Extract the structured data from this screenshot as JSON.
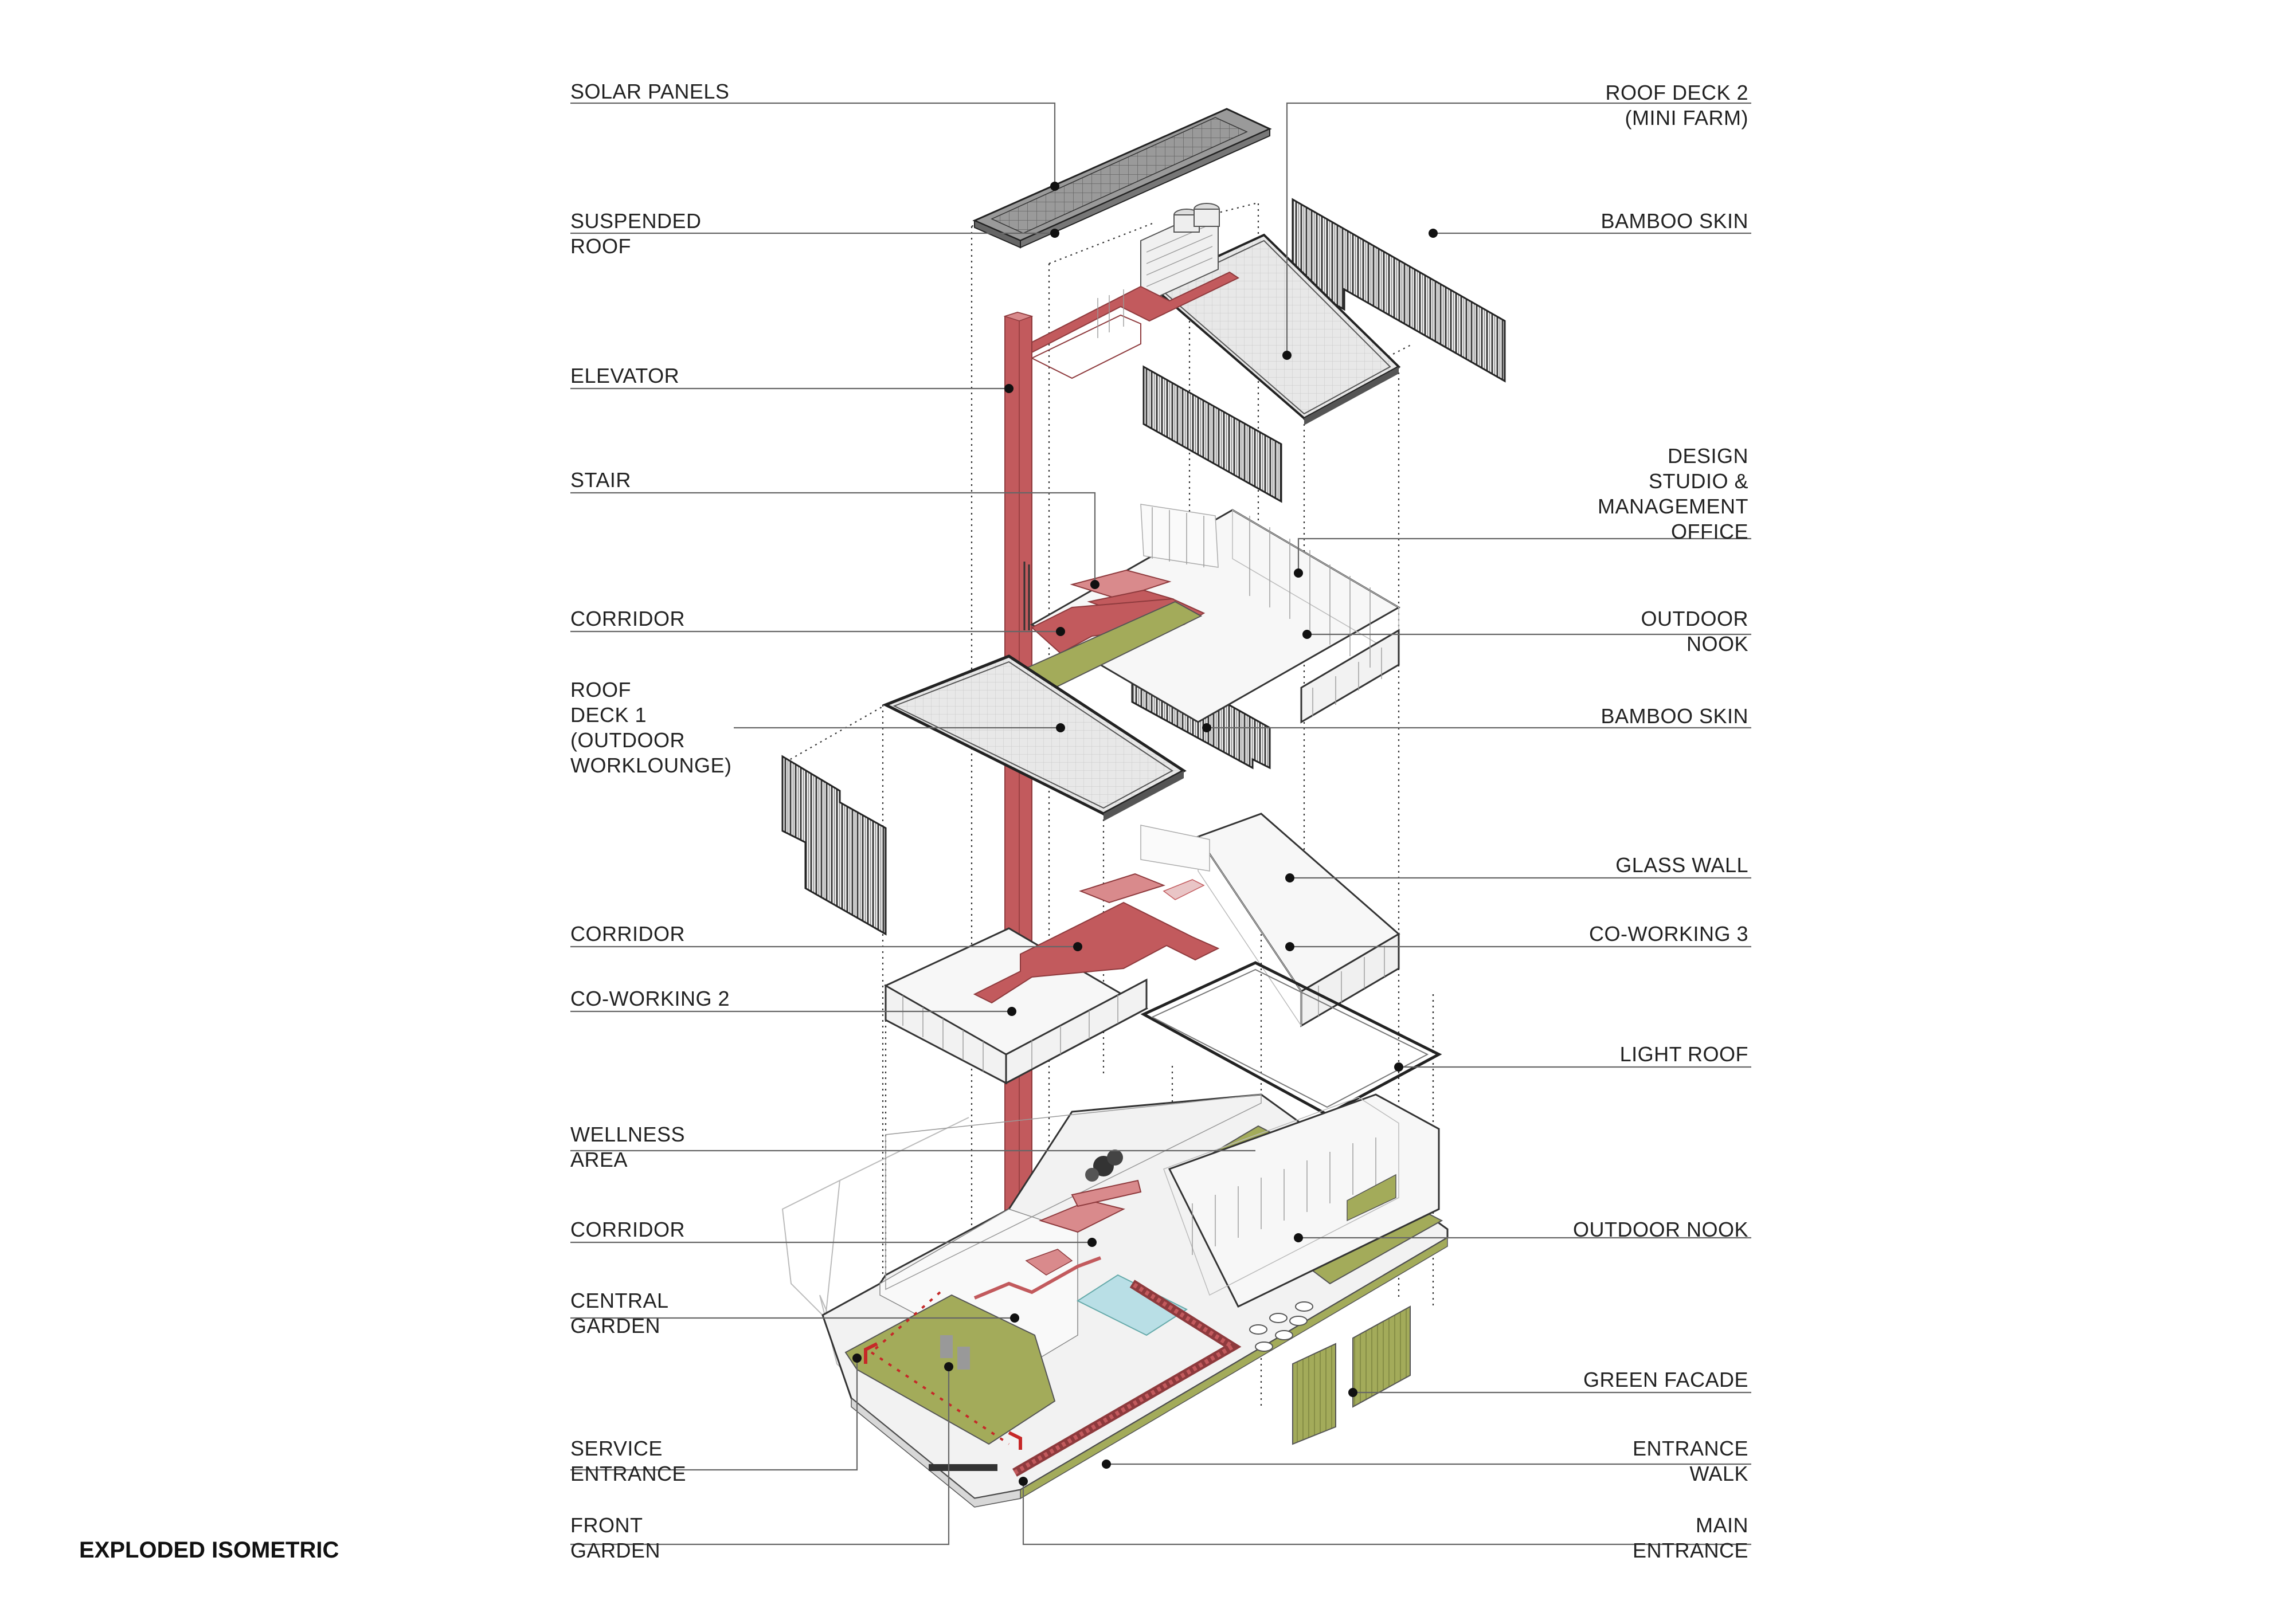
{
  "diagram_title": "EXPLODED ISOMETRIC",
  "labels_left": [
    {
      "id": "solar-panels",
      "lines": [
        "SOLAR PANELS"
      ]
    },
    {
      "id": "suspended-roof",
      "lines": [
        "SUSPENDED",
        "ROOF"
      ]
    },
    {
      "id": "elevator",
      "lines": [
        "ELEVATOR"
      ]
    },
    {
      "id": "stair",
      "lines": [
        "STAIR"
      ]
    },
    {
      "id": "corridor-upper",
      "lines": [
        "CORRIDOR"
      ]
    },
    {
      "id": "roof-deck-1",
      "lines": [
        "ROOF",
        "DECK 1",
        "(OUTDOOR",
        "WORKLOUNGE)"
      ]
    },
    {
      "id": "corridor-middle",
      "lines": [
        "CORRIDOR"
      ]
    },
    {
      "id": "co-working-2",
      "lines": [
        "CO-WORKING 2"
      ]
    },
    {
      "id": "wellness-area",
      "lines": [
        "WELLNESS",
        "AREA"
      ]
    },
    {
      "id": "corridor-ground",
      "lines": [
        "CORRIDOR"
      ]
    },
    {
      "id": "central-garden",
      "lines": [
        "CENTRAL",
        "GARDEN"
      ]
    },
    {
      "id": "service-entrance",
      "lines": [
        "SERVICE",
        "ENTRANCE"
      ]
    },
    {
      "id": "front-garden",
      "lines": [
        "FRONT",
        "GARDEN"
      ]
    }
  ],
  "labels_right": [
    {
      "id": "roof-deck-2",
      "lines": [
        "ROOF DECK 2",
        "(MINI FARM)"
      ]
    },
    {
      "id": "bamboo-skin-upper",
      "lines": [
        "BAMBOO SKIN"
      ]
    },
    {
      "id": "design-studio",
      "lines": [
        "DESIGN",
        "STUDIO &",
        "MANAGEMENT",
        "OFFICE"
      ]
    },
    {
      "id": "outdoor-nook-upper",
      "lines": [
        "OUTDOOR",
        "NOOK"
      ]
    },
    {
      "id": "bamboo-skin-lower",
      "lines": [
        "BAMBOO SKIN"
      ]
    },
    {
      "id": "glass-wall",
      "lines": [
        "GLASS WALL"
      ]
    },
    {
      "id": "co-working-3",
      "lines": [
        "CO-WORKING 3"
      ]
    },
    {
      "id": "light-roof",
      "lines": [
        "LIGHT ROOF"
      ]
    },
    {
      "id": "outdoor-nook-ground",
      "lines": [
        "OUTDOOR NOOK"
      ]
    },
    {
      "id": "green-facade",
      "lines": [
        "GREEN FACADE"
      ]
    },
    {
      "id": "entrance-walk",
      "lines": [
        "ENTRANCE",
        "WALK"
      ]
    },
    {
      "id": "main-entrance",
      "lines": [
        "MAIN",
        "ENTRANCE"
      ]
    }
  ],
  "colors": {
    "circulation": "#c25a5d",
    "circulation_light": "#d98a8c",
    "garden": "#a3ab5a",
    "glass": "#b9dfe6",
    "line": "#333333",
    "leader": "#666666",
    "skin": "#444444"
  }
}
